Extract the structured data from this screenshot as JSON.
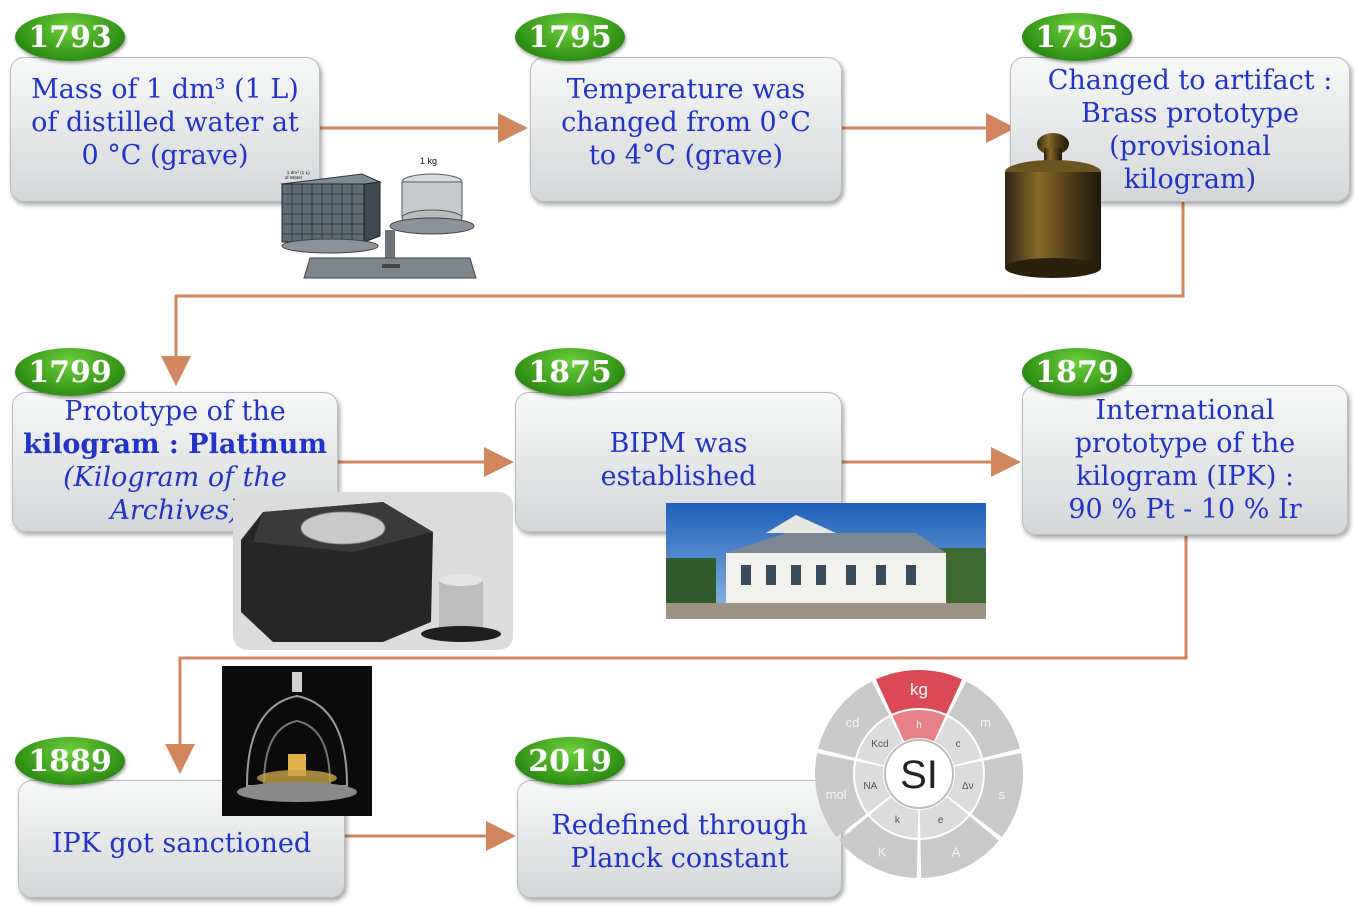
{
  "milestones": [
    {
      "year": "1793",
      "lines": [
        "Mass of 1 dm³ (1 L)",
        "of distilled water at",
        "0 °C (grave)"
      ]
    },
    {
      "year": "1795",
      "lines": [
        "Temperature was",
        "changed from 0°C",
        "to 4°C (grave)"
      ]
    },
    {
      "year": "1795",
      "lines": [
        "Changed to artifact :",
        "Brass prototype",
        "(provisional",
        "kilogram)"
      ]
    },
    {
      "year": "1799",
      "lines": [
        "Prototype of the",
        "kilogram : Platinum",
        "(Kilogram of the",
        "Archives)"
      ]
    },
    {
      "year": "1875",
      "lines": [
        "BIPM was",
        "established"
      ]
    },
    {
      "year": "1879",
      "lines": [
        "International",
        "prototype of the",
        "kilogram (IPK) :",
        "90 % Pt - 10 % Ir"
      ]
    },
    {
      "year": "1889",
      "lines": [
        "IPK got sanctioned"
      ]
    },
    {
      "year": "2019",
      "lines": [
        "Redefined through",
        "Planck constant"
      ]
    }
  ],
  "balance_labels": {
    "left": "1 dm³ (1 L) of Water",
    "right": "1 kg"
  },
  "si_wheel": {
    "center": "SI",
    "highlight_unit": "kg",
    "highlight_constant": "h",
    "outer_units": [
      "kg",
      "m",
      "s",
      "A",
      "K",
      "mol",
      "cd"
    ],
    "inner_constants": [
      "h",
      "c",
      "Δν",
      "e",
      "k",
      "NA",
      "Kcd"
    ]
  },
  "colors": {
    "box_text": "#2233c9",
    "badge": "#3a9c1c",
    "arrow": "#d0875d",
    "highlight": "#d94a55"
  }
}
